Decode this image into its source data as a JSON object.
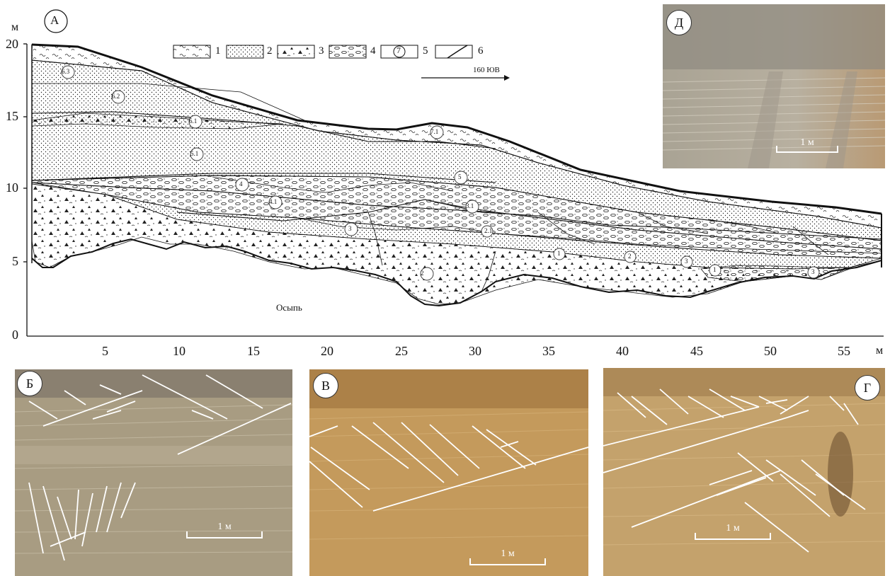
{
  "panel_a": {
    "label": "А",
    "y_unit": "м",
    "x_unit": "м",
    "y_ticks": [
      "20",
      "15",
      "10",
      "5",
      "0"
    ],
    "x_ticks": [
      "5",
      "10",
      "15",
      "20",
      "25",
      "30",
      "35",
      "40",
      "45",
      "50",
      "55"
    ],
    "direction": "160 ЮВ",
    "scree_label": "Осыпь",
    "legend": [
      {
        "num": "1",
        "pattern": "loam"
      },
      {
        "num": "2",
        "pattern": "sand"
      },
      {
        "num": "3",
        "pattern": "gravel-triangles"
      },
      {
        "num": "4",
        "pattern": "pebbles"
      },
      {
        "num": "5",
        "symbol": "7"
      },
      {
        "num": "6",
        "pattern": "fault-line"
      }
    ],
    "layer_labels": [
      "6.3",
      "6.2",
      "6.1",
      "7.1",
      "5.1",
      "5",
      "4",
      "4.1",
      "3.1",
      "3",
      "2.1",
      "2",
      "1",
      "2",
      "3",
      "1",
      "3"
    ]
  },
  "photos": {
    "d": {
      "label": "Д",
      "scale": "1 м"
    },
    "b": {
      "label": "Б",
      "scale": "1 м"
    },
    "v": {
      "label": "В",
      "scale": "1 м"
    },
    "g": {
      "label": "Г",
      "scale": "1 м"
    }
  },
  "colors": {
    "line": "#111111",
    "photo_b": "#a89c82",
    "photo_v": "#c49a5c",
    "photo_g": "#c4a26c",
    "photo_d": "#a8a090"
  }
}
